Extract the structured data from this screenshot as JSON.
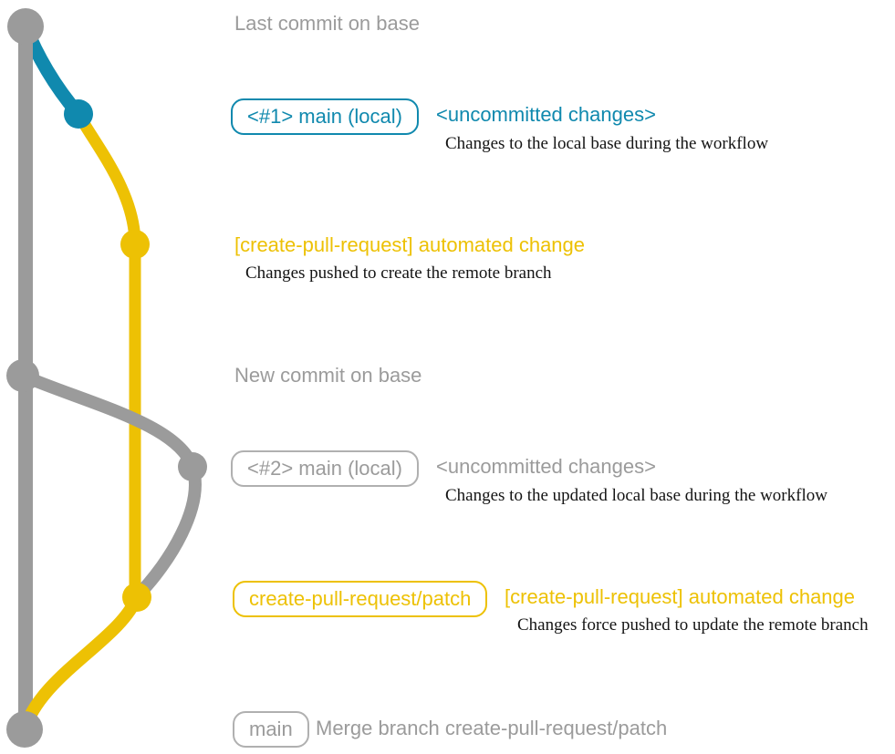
{
  "colors": {
    "teal": "#1089ae",
    "yellow": "#edc104",
    "gray": "#9b9b9b",
    "badge_border_gray": "#b0b0b0",
    "text_dark": "#141414",
    "background": "#ffffff"
  },
  "graph": {
    "branches": [
      {
        "name": "base",
        "color": "#9b9b9b"
      },
      {
        "name": "main (local)",
        "color": "#1089ae"
      },
      {
        "name": "create-pull-request/patch",
        "color": "#edc104"
      }
    ],
    "commit_count": 7
  },
  "annotations": {
    "last_commit_on_base": "Last commit on base",
    "new_commit_on_base": "New commit on base"
  },
  "rows": {
    "local1": {
      "badge": "<#1> main (local)",
      "status": "<uncommitted changes>",
      "description": "Changes to the local base during the workflow"
    },
    "push1": {
      "title": "[create-pull-request] automated change",
      "description": "Changes pushed to create the remote branch"
    },
    "local2": {
      "badge": "<#2> main (local)",
      "status": "<uncommitted changes>",
      "description": "Changes to the updated local base during the workflow"
    },
    "push2": {
      "badge": "create-pull-request/patch",
      "title": "[create-pull-request] automated change",
      "description": "Changes force pushed to update the remote branch"
    },
    "merge": {
      "badge": "main",
      "description": "Merge branch create-pull-request/patch"
    }
  }
}
